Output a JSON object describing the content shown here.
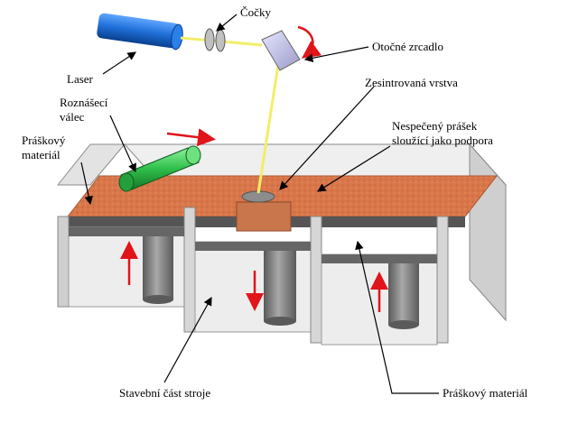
{
  "labels": {
    "lenses": "Čočky",
    "laser": "Laser",
    "mirror": "Otočné zrcadlo",
    "spreader_line1": "Roznášecí",
    "spreader_line2": "válec",
    "sintered_layer": "Zesintrovaná vrstva",
    "powder_left_line1": "Práškový",
    "powder_left_line2": "materiál",
    "unsintered_line1": "Nespečený prášek",
    "unsintered_line2": "sloužící jako podpora",
    "build_part": "Stavební část stroje",
    "powder_right": "Práškový materiál"
  },
  "colors": {
    "laser_body": "#1f6fd8",
    "roller": "#2fbf4a",
    "powder": "#d9774a",
    "beam": "#f2ee6a",
    "arrow_red": "#e0141a",
    "wall": "#d9d9d9",
    "piston": "#7a7a7a"
  }
}
